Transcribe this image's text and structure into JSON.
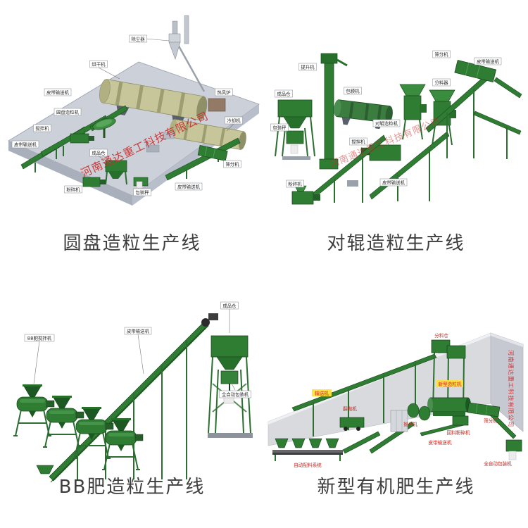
{
  "watermark": {
    "company": "河南通达重工科技有限公司"
  },
  "palette": {
    "machine_green": "#2f7d33",
    "dark_green": "#1c5922",
    "drum_tan": "#c6c69a",
    "platform_gray": "#ccd0d9",
    "wall_gray": "#d8dade",
    "watermark_red": "#c52b2b",
    "label_yellow": "#ffe13a",
    "caption_gray": "#3d3d3d"
  },
  "panels": [
    {
      "caption": "圆盘造粒生产线",
      "labels": [
        {
          "text": "除尘器"
        },
        {
          "text": "烘干机"
        },
        {
          "text": "热风炉"
        },
        {
          "text": "皮带输送机"
        },
        {
          "text": "圆盘造粒机"
        },
        {
          "text": "搅拌机"
        },
        {
          "text": "皮带输送机"
        },
        {
          "text": "粉碎机"
        },
        {
          "text": "成品仓"
        },
        {
          "text": "包装秤"
        },
        {
          "text": "冷却机"
        },
        {
          "text": "筛分机"
        },
        {
          "text": "皮带输送机"
        }
      ]
    },
    {
      "caption": "对辊造粒生产线",
      "labels": [
        {
          "text": "提升机"
        },
        {
          "text": "包膜机"
        },
        {
          "text": "筛分机"
        },
        {
          "text": "皮带输送机"
        },
        {
          "text": "分料器"
        },
        {
          "text": "对辊造粒机"
        },
        {
          "text": "搅拌机"
        },
        {
          "text": "成品仓"
        },
        {
          "text": "包装秤"
        },
        {
          "text": "皮带输送机"
        },
        {
          "text": "粉碎机"
        }
      ]
    },
    {
      "caption": "BB肥造粒生产线",
      "labels": [
        {
          "text": "BB肥搅拌机"
        },
        {
          "text": "皮带输送机"
        },
        {
          "text": "成品仓"
        },
        {
          "text": "全自动包装机"
        }
      ]
    },
    {
      "caption": "新型有机肥生产线",
      "labels": [
        {
          "text": "分料仓"
        },
        {
          "text": "输送机"
        },
        {
          "text": "翻抛机"
        },
        {
          "text": "新型造粒机"
        },
        {
          "text": "抛光机"
        },
        {
          "text": "自动配料系统"
        },
        {
          "text": "回料粉碎机"
        },
        {
          "text": "筛分机"
        },
        {
          "text": "全自动包装机"
        },
        {
          "text": "皮带输送机"
        }
      ]
    }
  ]
}
